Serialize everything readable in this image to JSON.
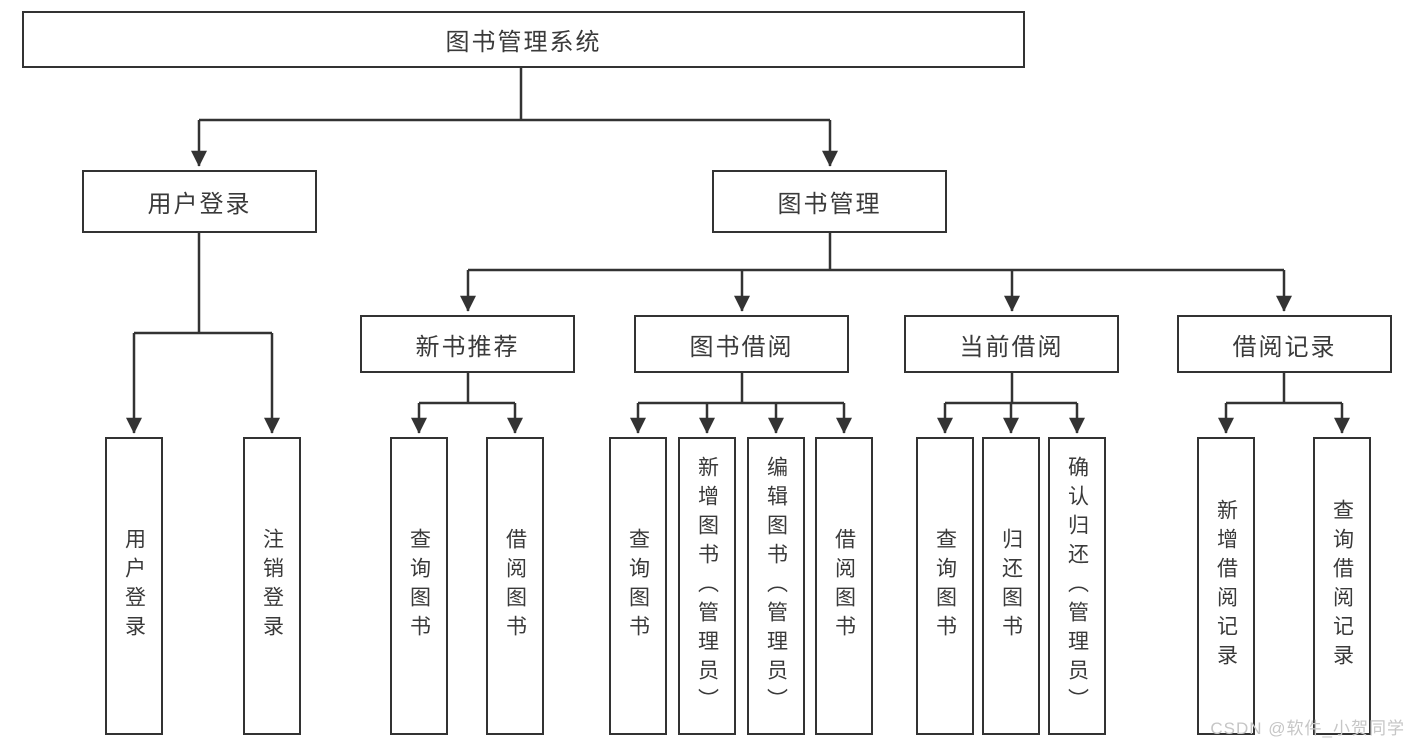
{
  "tree": {
    "root": {
      "label": "图书管理系统"
    },
    "children": [
      {
        "label": "用户登录",
        "children": [
          {
            "label": "用户登录"
          },
          {
            "label": "注销登录"
          }
        ]
      },
      {
        "label": "图书管理",
        "children": [
          {
            "label": "新书推荐",
            "children": [
              {
                "label": "查询图书"
              },
              {
                "label": "借阅图书"
              }
            ]
          },
          {
            "label": "图书借阅",
            "children": [
              {
                "label": "查询图书"
              },
              {
                "label": "新增图书（管理员）"
              },
              {
                "label": "编辑图书（管理员）"
              },
              {
                "label": "借阅图书"
              }
            ]
          },
          {
            "label": "当前借阅",
            "children": [
              {
                "label": "查询图书"
              },
              {
                "label": "归还图书"
              },
              {
                "label": "确认归还（管理员）"
              }
            ]
          },
          {
            "label": "借阅记录",
            "children": [
              {
                "label": "新增借阅记录"
              },
              {
                "label": "查询借阅记录"
              }
            ]
          }
        ]
      }
    ]
  },
  "watermark": "CSDN @软件_小贺同学",
  "colors": {
    "line": "#333333",
    "box_border": "#333333",
    "text": "#3a3a3a",
    "watermark": "#c6c6c6",
    "background": "#ffffff"
  }
}
